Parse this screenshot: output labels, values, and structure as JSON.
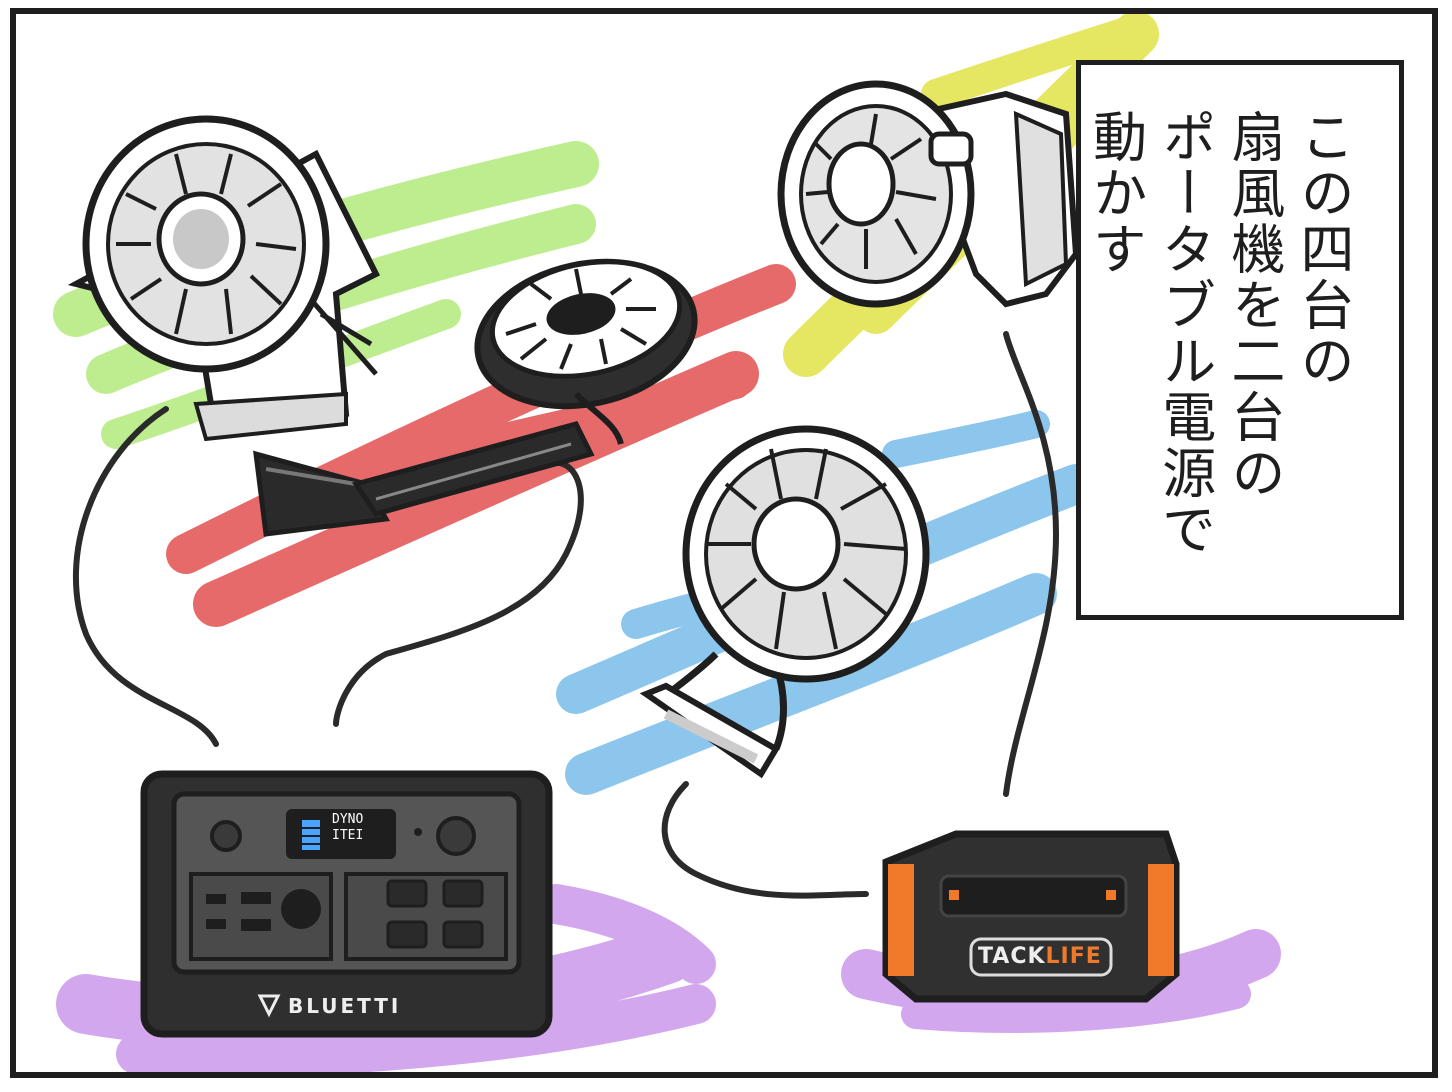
{
  "caption": {
    "lines": [
      "この四台の",
      "扇風機を二台の",
      "ポータブル電源で",
      "動かす"
    ]
  },
  "power_stations": {
    "left_brand": "BLUETTI",
    "left_display": [
      "DYNO",
      "ITEI"
    ],
    "right_brand_main": "TACK",
    "right_brand_accent": "LIFE"
  },
  "colors": {
    "outline": "#1e1e1e",
    "green_wash": "#a9e86b",
    "red_wash": "#e24545",
    "yellow_wash": "#dfe03a",
    "blue_wash": "#66b4e6",
    "purple_wash": "#c48ae8",
    "fan_gray": "#c8c8c8",
    "station_dark": "#333333",
    "station_panel": "#5a5a5a",
    "orange_accent": "#f07a2a",
    "display_blue": "#4aa3ff"
  }
}
